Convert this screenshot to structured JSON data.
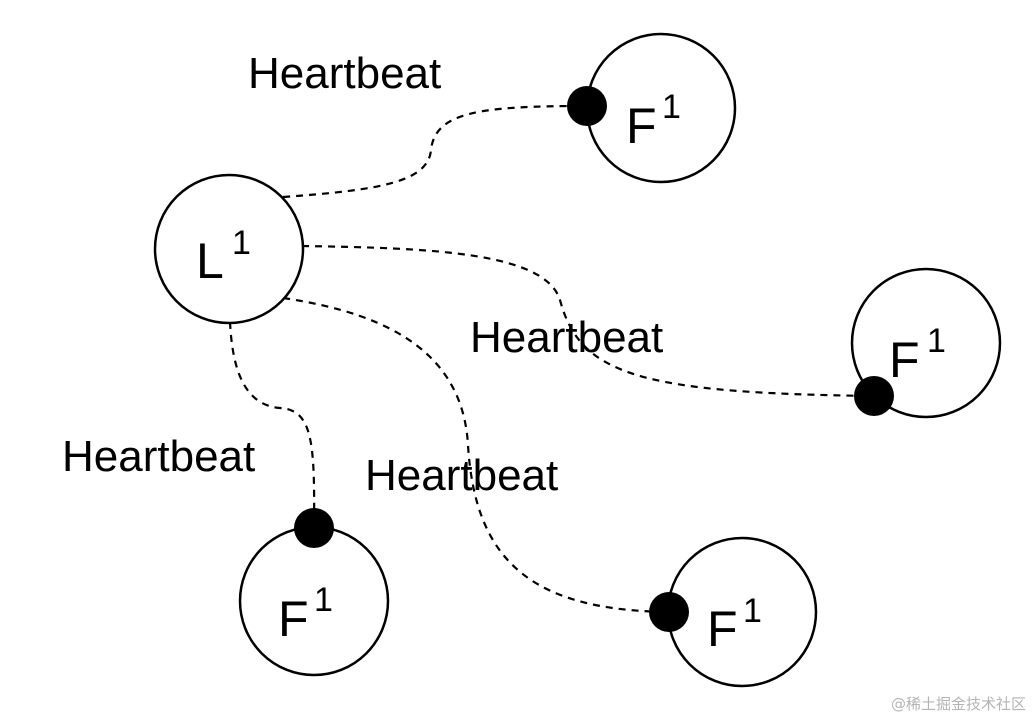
{
  "diagram": {
    "leader": {
      "letter": "L",
      "sup": "1"
    },
    "followers": [
      {
        "letter": "F",
        "sup": "1"
      },
      {
        "letter": "F",
        "sup": "1"
      },
      {
        "letter": "F",
        "sup": "1"
      },
      {
        "letter": "F",
        "sup": "1"
      }
    ],
    "edge_labels": [
      "Heartbeat",
      "Heartbeat",
      "Heartbeat",
      "Heartbeat"
    ]
  },
  "watermark": "@稀土掘金技术社区"
}
